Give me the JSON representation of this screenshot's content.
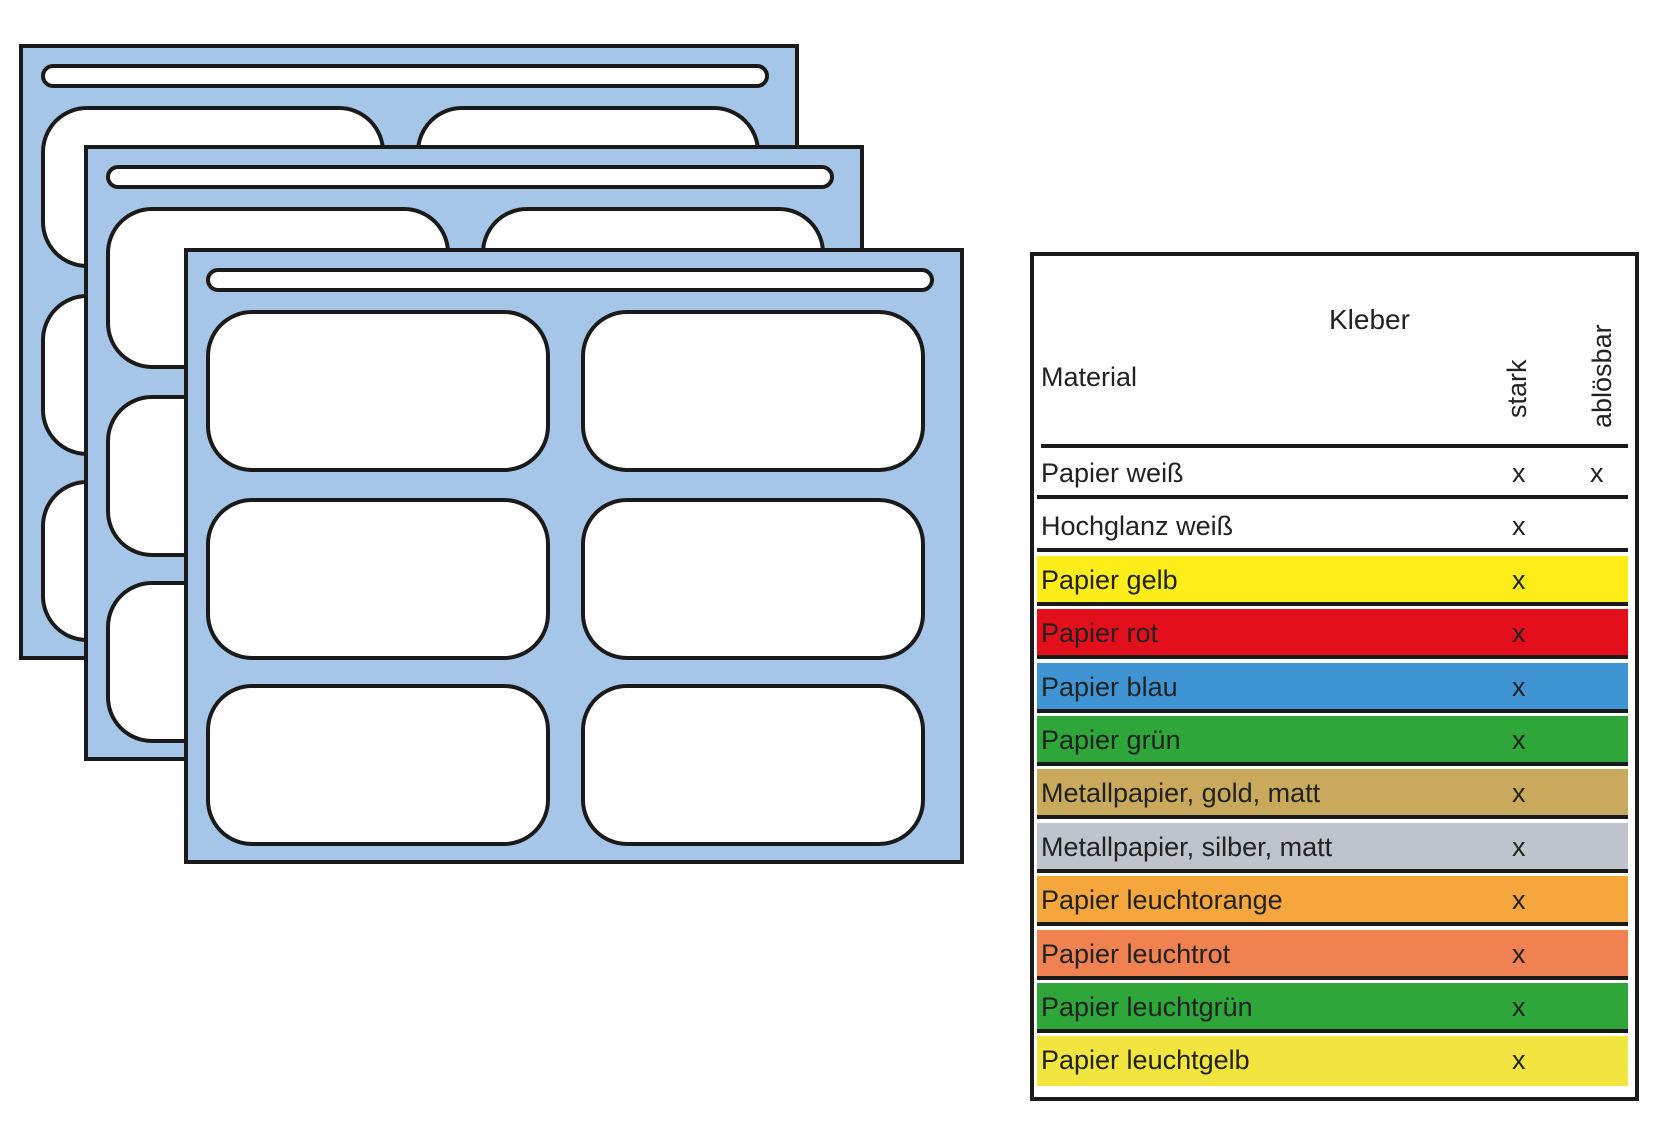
{
  "table": {
    "group_header": "Kleber",
    "material_header": "Material",
    "columns": [
      "stark",
      "ablösbar"
    ],
    "rows": [
      {
        "material": "Papier weiß",
        "stark": "x",
        "abloesbar": "x",
        "color": "#ffffff"
      },
      {
        "material": "Hochglanz weiß",
        "stark": "x",
        "abloesbar": "",
        "color": "#ffffff"
      },
      {
        "material": "Papier gelb",
        "stark": "x",
        "abloesbar": "",
        "color": "#ffed1a"
      },
      {
        "material": "Papier rot",
        "stark": "x",
        "abloesbar": "",
        "color": "#e30f1c"
      },
      {
        "material": "Papier blau",
        "stark": "x",
        "abloesbar": "",
        "color": "#3f95d4"
      },
      {
        "material": "Papier grün",
        "stark": "x",
        "abloesbar": "",
        "color": "#2ea63a"
      },
      {
        "material": "Metallpapier, gold, matt",
        "stark": "x",
        "abloesbar": "",
        "color": "#c9aa5c"
      },
      {
        "material": "Metallpapier, silber, matt",
        "stark": "x",
        "abloesbar": "",
        "color": "#bec4c9"
      },
      {
        "material": "Papier leuchtorange",
        "stark": "x",
        "abloesbar": "",
        "color": "#f5a63c"
      },
      {
        "material": "Papier leuchtrot",
        "stark": "x",
        "abloesbar": "",
        "color": "#f08251"
      },
      {
        "material": "Papier leuchtgrün",
        "stark": "x",
        "abloesbar": "",
        "color": "#2ea63a"
      },
      {
        "material": "Papier leuchtgelb",
        "stark": "x",
        "abloesbar": "",
        "color": "#f2e63e"
      }
    ]
  },
  "sheets": {
    "count": 3,
    "labels_per_sheet": 6,
    "sheet_color": "#a6c6e8"
  }
}
